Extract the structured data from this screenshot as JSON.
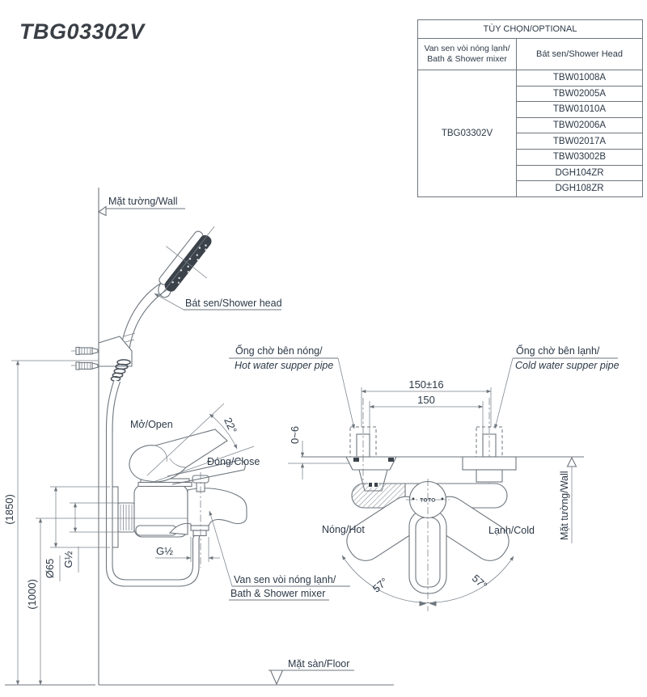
{
  "title": "TBG03302V",
  "colors": {
    "text": "#2c3947",
    "line": "#6e767d",
    "title": "#3a3f46",
    "head_fill": "#3b424a"
  },
  "options_table": {
    "header": "TÙY CHỌN/OPTIONAL",
    "col1_header_line1": "Van sen vòi nóng lạnh/",
    "col1_header_line2": "Bath & Shower mixer",
    "col2_header": "Bát sen/Shower Head",
    "mixer_code": "TBG03302V",
    "shower_heads": [
      "TBW01008A",
      "TBW02005A",
      "TBW01010A",
      "TBW02006A",
      "TBW02017A",
      "TBW03002B",
      "DGH104ZR",
      "DGH108ZR"
    ]
  },
  "labels": {
    "wall_side": "Mặt tường/Wall",
    "shower_head": "Bát sen/Shower head",
    "open": "Mở/Open",
    "close": "Đóng/Close",
    "lever_angle": "22°",
    "hot_pipe_vi": "Ống chờ bên nóng/",
    "hot_pipe_en": "Hot water supper pipe",
    "cold_pipe_vi": "Ống chờ bên lạnh/",
    "cold_pipe_en": "Cold water supper pipe",
    "dim_150_tol": "150±16",
    "dim_150": "150",
    "dim_0_6": "0~6",
    "wall_front": "Mặt tường/Wall",
    "hot": "Nóng/Hot",
    "cold": "Lạnh/Cold",
    "angle_57_left": "57°",
    "angle_57_right": "57°",
    "dim_1850": "(1850)",
    "dim_1000": "(1000)",
    "dia_65": "Ø65",
    "g_half_side": "G½",
    "g_half_outlet": "G½",
    "mixer_vi": "Van sen vòi nóng lạnh/",
    "mixer_en": "Bath & Shower mixer",
    "floor": "Mặt sàn/Floor",
    "logo": "TOTO"
  }
}
